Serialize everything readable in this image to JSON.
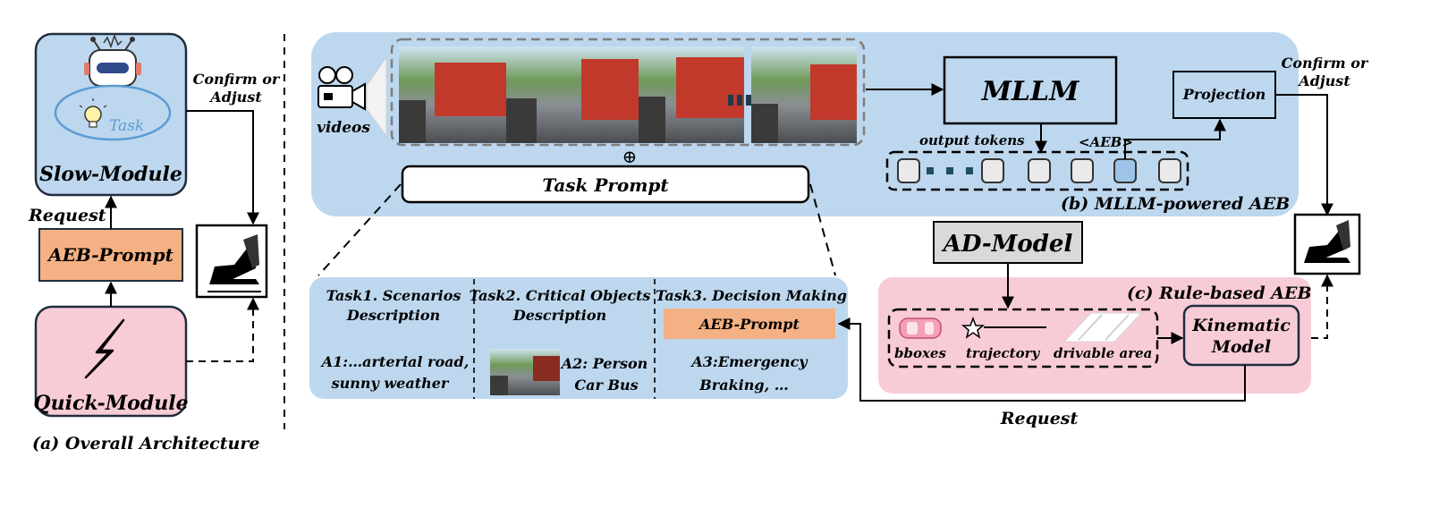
{
  "panel_a": {
    "slow_module": "Slow-Module",
    "task": "Task",
    "aeb_prompt": "AEB-Prompt",
    "quick_module": "Quick-Module",
    "request": "Request",
    "confirm_or": "Confirm or",
    "adjust": "Adjust",
    "caption": "(a) Overall Architecture"
  },
  "panel_b": {
    "videos": "videos",
    "plus": "⊕",
    "task_prompt": "Task Prompt",
    "mllm": "MLLM",
    "output_tokens": "output tokens",
    "aeb_token": "<AEB>",
    "projection": "Projection",
    "confirm_or": "Confirm or",
    "adjust": "Adjust",
    "caption": "(b) MLLM-powered AEB"
  },
  "tasks": {
    "task1_title_1": "Task1. Scenarios",
    "task1_title_2": "Description",
    "task1_answer_1": "A1:…arterial road,",
    "task1_answer_2": "sunny weather",
    "task2_title_1": "Task2. Critical Objects",
    "task2_title_2": "Description",
    "task2_answer_1": "A2: Person",
    "task2_answer_2": "Car Bus",
    "task3_title": "Task3. Decision Making",
    "task3_prompt": "AEB-Prompt",
    "task3_answer_1": "A3:Emergency",
    "task3_answer_2": "Braking, …"
  },
  "panel_c": {
    "ad_model": "AD-Model",
    "caption": "(c) Rule-based AEB",
    "bboxes": "bboxes",
    "trajectory": "trajectory",
    "drivable_area": "drivable area",
    "kinematic_1": "Kinematic",
    "kinematic_2": "Model",
    "request": "Request"
  },
  "colors": {
    "blue_panel": "#bdd7ee",
    "pink_panel": "#f8ccd6",
    "orange_prompt": "#f4b183",
    "task_blue": "#5b9bd5",
    "gray_box": "#d9d9d9"
  }
}
